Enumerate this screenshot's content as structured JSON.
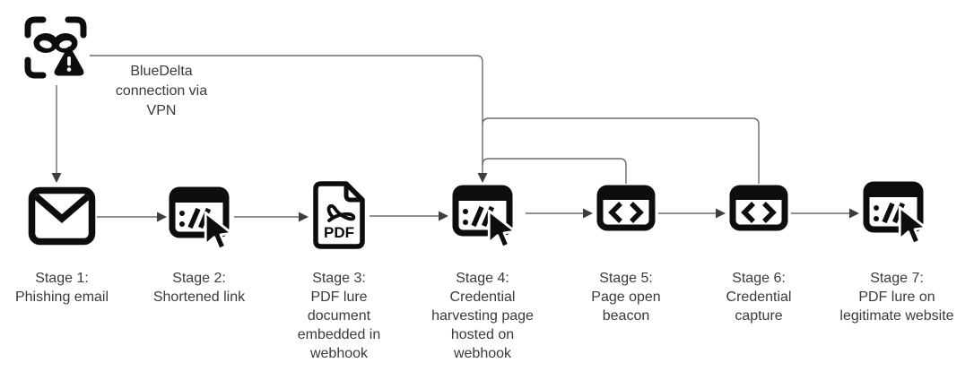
{
  "diagram": {
    "description": "Phishing attack chain flow diagram",
    "actor": {
      "icon": "masked-threat-actor-icon",
      "label": "BlueDelta\nconnection via\nVPN"
    },
    "stages": [
      {
        "id": 1,
        "icon": "email-envelope-icon",
        "label": "Stage 1:\nPhishing email"
      },
      {
        "id": 2,
        "icon": "browser-link-cursor-icon",
        "label": "Stage 2:\nShortened link"
      },
      {
        "id": 3,
        "icon": "pdf-document-icon",
        "label": "Stage 3:\nPDF lure\ndocument\nembedded in\nwebhook",
        "icon_text": "PDF"
      },
      {
        "id": 4,
        "icon": "browser-link-cursor-icon",
        "label": "Stage 4:\nCredential\nharvesting page\nhosted on\nwebhook"
      },
      {
        "id": 5,
        "icon": "code-window-icon",
        "label": "Stage 5:\nPage open\nbeacon"
      },
      {
        "id": 6,
        "icon": "code-window-icon",
        "label": "Stage 6:\nCredential\ncapture"
      },
      {
        "id": 7,
        "icon": "browser-link-cursor-icon",
        "label": "Stage 7:\nPDF lure on\nlegitimate website"
      }
    ],
    "connections": [
      "threat-actor -> stage-1",
      "threat-actor -> stage-4 (BlueDelta connection via VPN)",
      "stage-1 -> stage-2",
      "stage-2 -> stage-3",
      "stage-3 -> stage-4",
      "stage-4 -> stage-5",
      "stage-5 -> stage-6",
      "stage-6 -> stage-7",
      "stage-5 -> stage-4",
      "stage-6 -> stage-4"
    ],
    "colors": {
      "background": "#ffffff",
      "icon": "#0d0d0d",
      "line": "#6b6b6b",
      "arrowhead": "#3d3d3d",
      "text": "#3a3a3a"
    }
  }
}
